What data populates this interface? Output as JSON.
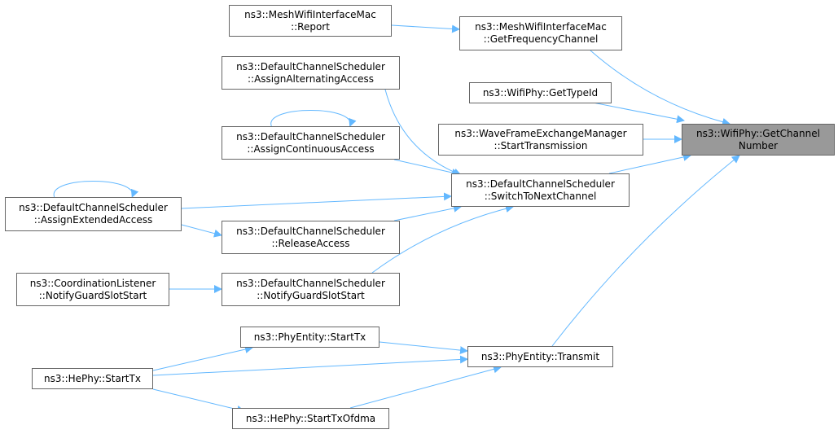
{
  "diagram": {
    "edge_color": "#63b8ff",
    "root_fill": "#999999",
    "node_border": "#666666",
    "nodes": [
      {
        "id": "root",
        "lines": [
          "ns3::WifiPhy::GetChannel",
          "Number"
        ],
        "root": true
      },
      {
        "id": "mesh_report",
        "lines": [
          "ns3::MeshWifiInterfaceMac",
          "::Report"
        ]
      },
      {
        "id": "mesh_getfreq",
        "lines": [
          "ns3::MeshWifiInterfaceMac",
          "::GetFrequencyChannel"
        ]
      },
      {
        "id": "wifiphy_typeid",
        "lines": [
          "ns3::WifiPhy::GetTypeId"
        ]
      },
      {
        "id": "wave_start",
        "lines": [
          "ns3::WaveFrameExchangeManager",
          "::StartTransmission"
        ]
      },
      {
        "id": "dcs_alternating",
        "lines": [
          "ns3::DefaultChannelScheduler",
          "::AssignAlternatingAccess"
        ]
      },
      {
        "id": "dcs_continuous",
        "lines": [
          "ns3::DefaultChannelScheduler",
          "::AssignContinuousAccess"
        ]
      },
      {
        "id": "dcs_extended",
        "lines": [
          "ns3::DefaultChannelScheduler",
          "::AssignExtendedAccess"
        ]
      },
      {
        "id": "dcs_switch",
        "lines": [
          "ns3::DefaultChannelScheduler",
          "::SwitchToNextChannel"
        ]
      },
      {
        "id": "dcs_release",
        "lines": [
          "ns3::DefaultChannelScheduler",
          "::ReleaseAccess"
        ]
      },
      {
        "id": "coord_guard",
        "lines": [
          "ns3::CoordinationListener",
          "::NotifyGuardSlotStart"
        ]
      },
      {
        "id": "dcs_guard",
        "lines": [
          "ns3::DefaultChannelScheduler",
          "::NotifyGuardSlotStart"
        ]
      },
      {
        "id": "phyentity_starttx",
        "lines": [
          "ns3::PhyEntity::StartTx"
        ]
      },
      {
        "id": "phyentity_transmit",
        "lines": [
          "ns3::PhyEntity::Transmit"
        ]
      },
      {
        "id": "hephy_starttx",
        "lines": [
          "ns3::HePhy::StartTx"
        ]
      },
      {
        "id": "hephy_ofdma",
        "lines": [
          "ns3::HePhy::StartTxOfdma"
        ]
      }
    ],
    "edges": [
      {
        "from": "mesh_report",
        "to": "mesh_getfreq"
      },
      {
        "from": "mesh_getfreq",
        "to": "root"
      },
      {
        "from": "wifiphy_typeid",
        "to": "root"
      },
      {
        "from": "wave_start",
        "to": "root"
      },
      {
        "from": "dcs_switch",
        "to": "root"
      },
      {
        "from": "phyentity_transmit",
        "to": "root"
      },
      {
        "from": "dcs_alternating",
        "to": "dcs_switch"
      },
      {
        "from": "dcs_continuous",
        "to": "dcs_continuous",
        "self": true
      },
      {
        "from": "dcs_continuous",
        "to": "dcs_switch"
      },
      {
        "from": "dcs_extended",
        "to": "dcs_extended",
        "self": true
      },
      {
        "from": "dcs_extended",
        "to": "dcs_switch"
      },
      {
        "from": "dcs_release",
        "to": "dcs_switch"
      },
      {
        "from": "dcs_extended",
        "to": "dcs_release"
      },
      {
        "from": "dcs_guard",
        "to": "dcs_switch"
      },
      {
        "from": "coord_guard",
        "to": "dcs_guard"
      },
      {
        "from": "phyentity_starttx",
        "to": "phyentity_transmit"
      },
      {
        "from": "hephy_starttx",
        "to": "phyentity_starttx"
      },
      {
        "from": "hephy_starttx",
        "to": "phyentity_transmit"
      },
      {
        "from": "hephy_ofdma",
        "to": "phyentity_transmit"
      },
      {
        "from": "hephy_starttx",
        "to": "hephy_ofdma"
      }
    ]
  }
}
